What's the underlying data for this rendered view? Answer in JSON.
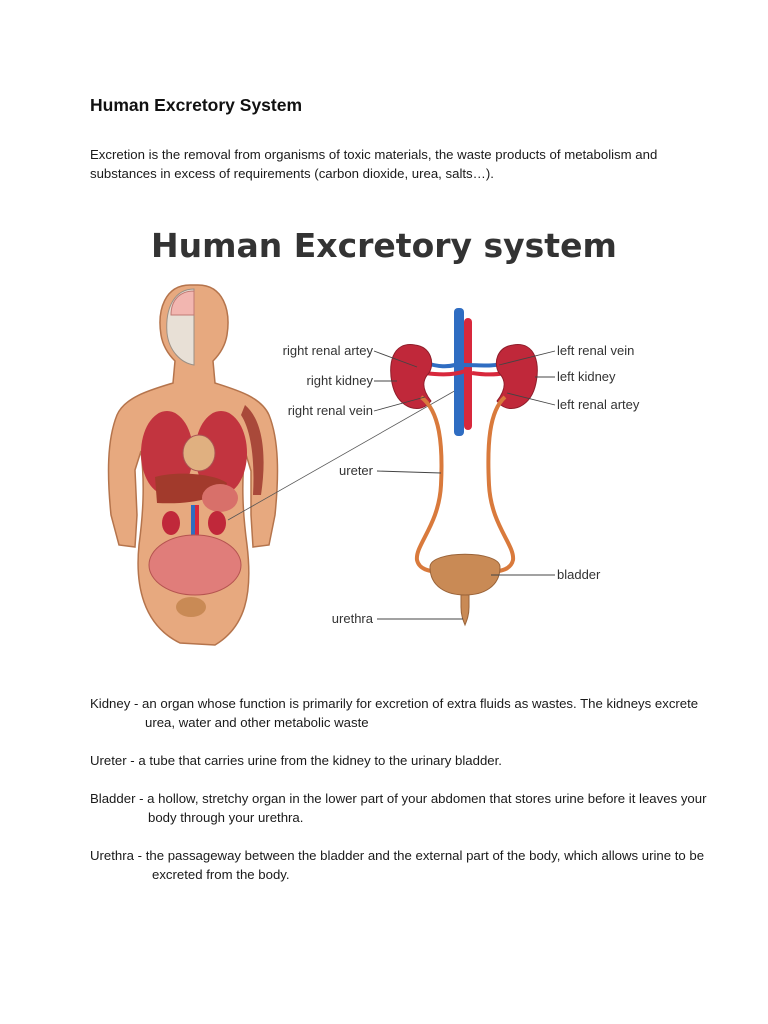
{
  "document": {
    "title": "Human Excretory System",
    "intro": "Excretion is the removal from organisms of toxic materials, the waste products of metabolism and substances in excess of requirements (carbon dioxide, urea, salts…)."
  },
  "figure": {
    "title": "Human Excretory system",
    "labels": {
      "right_renal_artery": "right renal artey",
      "right_kidney": "right kidney",
      "right_renal_vein": "right renal vein",
      "left_renal_vein": "left renal vein",
      "left_kidney": "left kidney",
      "left_renal_artery": "left renal artey",
      "ureter": "ureter",
      "bladder": "bladder",
      "urethra": "urethra"
    },
    "colors": {
      "skin": "#e7a97f",
      "kidney": "#c0283a",
      "vein": "#2f6dc2",
      "artery": "#d8283c",
      "ureter": "#d97a3c",
      "bladder": "#c98a55"
    }
  },
  "definitions": [
    {
      "text": "Kidney - an organ whose function is primarily for excretion of extra fluids as wastes. The kidneys excrete urea, water and other metabolic waste"
    },
    {
      "text": "Ureter - a tube that carries urine from the kidney to the urinary bladder."
    },
    {
      "text": "Bladder - a hollow, stretchy organ in the lower part of your abdomen that stores urine before it leaves your body through your urethra."
    },
    {
      "text": "Urethra - the passageway between the bladder and the external part of the body, which allows urine to be excreted from the body."
    }
  ]
}
